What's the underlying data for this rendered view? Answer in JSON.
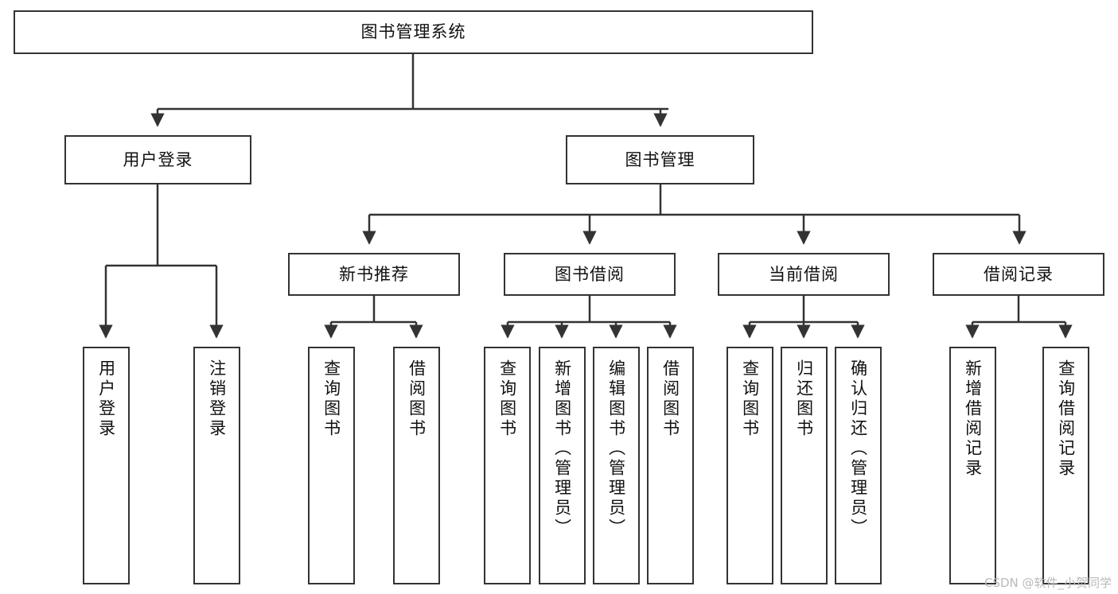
{
  "diagram": {
    "type": "hierarchy-tree",
    "title": "图书管理系统",
    "watermark": "CSDN @软件_小贺同学",
    "colors": {
      "background": "#ffffff",
      "node_border": "#333333",
      "node_fill": "#ffffff",
      "edge": "#333333",
      "text": "#111111",
      "watermark": "#b9b9b9"
    },
    "levels": {
      "root": {
        "label": "图书管理系统"
      },
      "level2": [
        {
          "id": "user-login",
          "label": "用户登录"
        },
        {
          "id": "book-management",
          "label": "图书管理"
        }
      ],
      "level3": [
        {
          "id": "new-book-recommend",
          "label": "新书推荐",
          "parent": "book-management"
        },
        {
          "id": "book-borrow",
          "label": "图书借阅",
          "parent": "book-management"
        },
        {
          "id": "current-borrow",
          "label": "当前借阅",
          "parent": "book-management"
        },
        {
          "id": "borrow-record",
          "label": "借阅记录",
          "parent": "book-management"
        }
      ],
      "leaves": [
        {
          "id": "leaf-user-login",
          "label": "用户登录",
          "parent": "user-login"
        },
        {
          "id": "leaf-logout-login",
          "label": "注销登录",
          "parent": "user-login"
        },
        {
          "id": "leaf-query-book-1",
          "label": "查询图书",
          "parent": "new-book-recommend"
        },
        {
          "id": "leaf-borrow-book-1",
          "label": "借阅图书",
          "parent": "new-book-recommend"
        },
        {
          "id": "leaf-query-book-2",
          "label": "查询图书",
          "parent": "book-borrow"
        },
        {
          "id": "leaf-add-book",
          "label": "新增图书（管理员）",
          "parent": "book-borrow"
        },
        {
          "id": "leaf-edit-book",
          "label": "编辑图书（管理员）",
          "parent": "book-borrow"
        },
        {
          "id": "leaf-borrow-book-2",
          "label": "借阅图书",
          "parent": "book-borrow"
        },
        {
          "id": "leaf-query-book-3",
          "label": "查询图书",
          "parent": "current-borrow"
        },
        {
          "id": "leaf-return-book",
          "label": "归还图书",
          "parent": "current-borrow"
        },
        {
          "id": "leaf-confirm-return",
          "label": "确认归还（管理员）",
          "parent": "current-borrow"
        },
        {
          "id": "leaf-add-record",
          "label": "新增借阅记录",
          "parent": "borrow-record"
        },
        {
          "id": "leaf-query-record",
          "label": "查询借阅记录",
          "parent": "borrow-record"
        }
      ]
    }
  }
}
